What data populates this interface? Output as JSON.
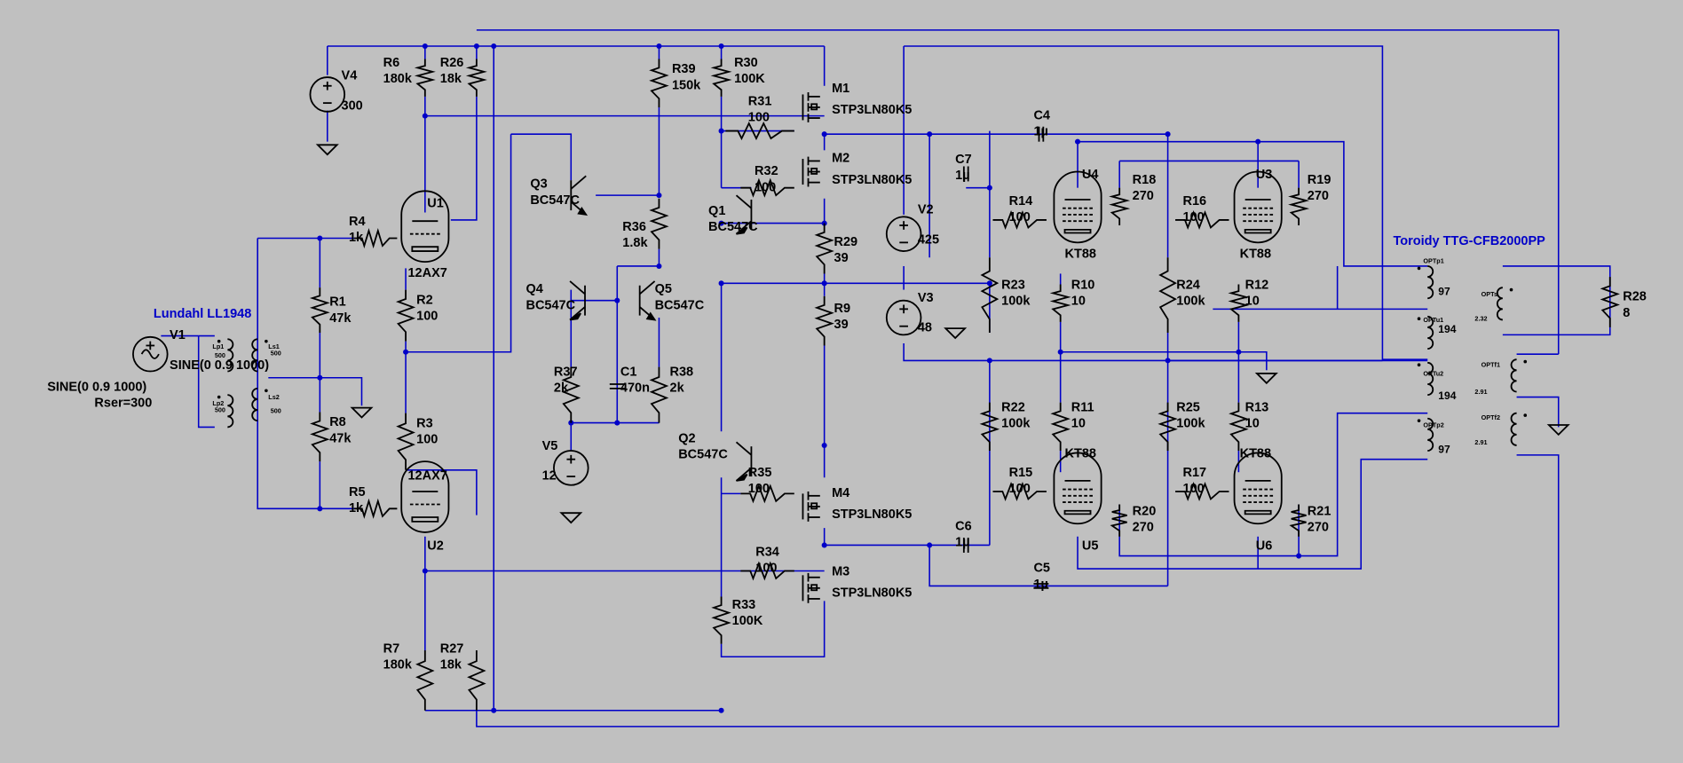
{
  "colors": {
    "background": "#c0c0c0",
    "wire": "#0000c8",
    "component": "#000000",
    "label": "#000000",
    "highlight_label": "#0000c8"
  },
  "transformers": {
    "input": {
      "title": "Lundahl LL1948",
      "windings": [
        {
          "name": "Lp1",
          "value": "500"
        },
        {
          "name": "Lp2",
          "value": "500"
        },
        {
          "name": "Ls1",
          "value": "500"
        },
        {
          "name": "Ls2",
          "value": "500"
        }
      ]
    },
    "output": {
      "title": "Toroidy TTG-CFB2000PP",
      "windings": [
        {
          "name": "OPTp1",
          "value": "97"
        },
        {
          "name": "OPTu1",
          "value": "194"
        },
        {
          "name": "OPTu2",
          "value": "194"
        },
        {
          "name": "OPTp2",
          "value": "97"
        },
        {
          "name": "OPTs",
          "value": "2.32"
        },
        {
          "name": "OPTf1",
          "value": "2.91"
        },
        {
          "name": "OPTf2",
          "value": "2.91"
        }
      ]
    }
  },
  "sources": [
    {
      "name": "V1",
      "value": "SINE(0 0.9 1000)",
      "extra": "Rser=300"
    },
    {
      "name": "V2",
      "value": "425"
    },
    {
      "name": "V3",
      "value": "48"
    },
    {
      "name": "V4",
      "value": "300"
    },
    {
      "name": "V5",
      "value": "12"
    }
  ],
  "resistors": [
    {
      "name": "R1",
      "value": "47k"
    },
    {
      "name": "R2",
      "value": "100"
    },
    {
      "name": "R3",
      "value": "100"
    },
    {
      "name": "R4",
      "value": "1k"
    },
    {
      "name": "R5",
      "value": "1k"
    },
    {
      "name": "R6",
      "value": "180k"
    },
    {
      "name": "R7",
      "value": "180k"
    },
    {
      "name": "R8",
      "value": "47k"
    },
    {
      "name": "R9",
      "value": "39"
    },
    {
      "name": "R10",
      "value": "10"
    },
    {
      "name": "R11",
      "value": "10"
    },
    {
      "name": "R12",
      "value": "10"
    },
    {
      "name": "R13",
      "value": "10"
    },
    {
      "name": "R14",
      "value": "100"
    },
    {
      "name": "R15",
      "value": "100"
    },
    {
      "name": "R16",
      "value": "100"
    },
    {
      "name": "R17",
      "value": "100"
    },
    {
      "name": "R18",
      "value": "270"
    },
    {
      "name": "R19",
      "value": "270"
    },
    {
      "name": "R20",
      "value": "270"
    },
    {
      "name": "R21",
      "value": "270"
    },
    {
      "name": "R22",
      "value": "100k"
    },
    {
      "name": "R23",
      "value": "100k"
    },
    {
      "name": "R24",
      "value": "100k"
    },
    {
      "name": "R25",
      "value": "100k"
    },
    {
      "name": "R26",
      "value": "18k"
    },
    {
      "name": "R27",
      "value": "18k"
    },
    {
      "name": "R28",
      "value": "8"
    },
    {
      "name": "R29",
      "value": "39"
    },
    {
      "name": "R30",
      "value": "100K"
    },
    {
      "name": "R31",
      "value": "100"
    },
    {
      "name": "R32",
      "value": "100"
    },
    {
      "name": "R33",
      "value": "100K"
    },
    {
      "name": "R34",
      "value": "100"
    },
    {
      "name": "R35",
      "value": "100"
    },
    {
      "name": "R36",
      "value": "1.8k"
    },
    {
      "name": "R37",
      "value": "2k"
    },
    {
      "name": "R38",
      "value": "2k"
    },
    {
      "name": "R39",
      "value": "150k"
    }
  ],
  "capacitors": [
    {
      "name": "C1",
      "value": "470n"
    },
    {
      "name": "C4",
      "value": "1µ"
    },
    {
      "name": "C5",
      "value": "1µ"
    },
    {
      "name": "C6",
      "value": "1µ"
    },
    {
      "name": "C7",
      "value": "1µ"
    }
  ],
  "transistors": [
    {
      "name": "Q1",
      "model": "BC547C"
    },
    {
      "name": "Q2",
      "model": "BC547C"
    },
    {
      "name": "Q3",
      "model": "BC547C"
    },
    {
      "name": "Q4",
      "model": "BC547C"
    },
    {
      "name": "Q5",
      "model": "BC547C"
    }
  ],
  "mosfets": [
    {
      "name": "M1",
      "model": "STP3LN80K5"
    },
    {
      "name": "M2",
      "model": "STP3LN80K5"
    },
    {
      "name": "M3",
      "model": "STP3LN80K5"
    },
    {
      "name": "M4",
      "model": "STP3LN80K5"
    }
  ],
  "tubes": [
    {
      "name": "U1",
      "model": "12AX7"
    },
    {
      "name": "U2",
      "model": "12AX7"
    },
    {
      "name": "U3",
      "model": "KT88"
    },
    {
      "name": "U4",
      "model": "KT88"
    },
    {
      "name": "U5",
      "model": "KT88"
    },
    {
      "name": "U6",
      "model": "KT88"
    }
  ]
}
